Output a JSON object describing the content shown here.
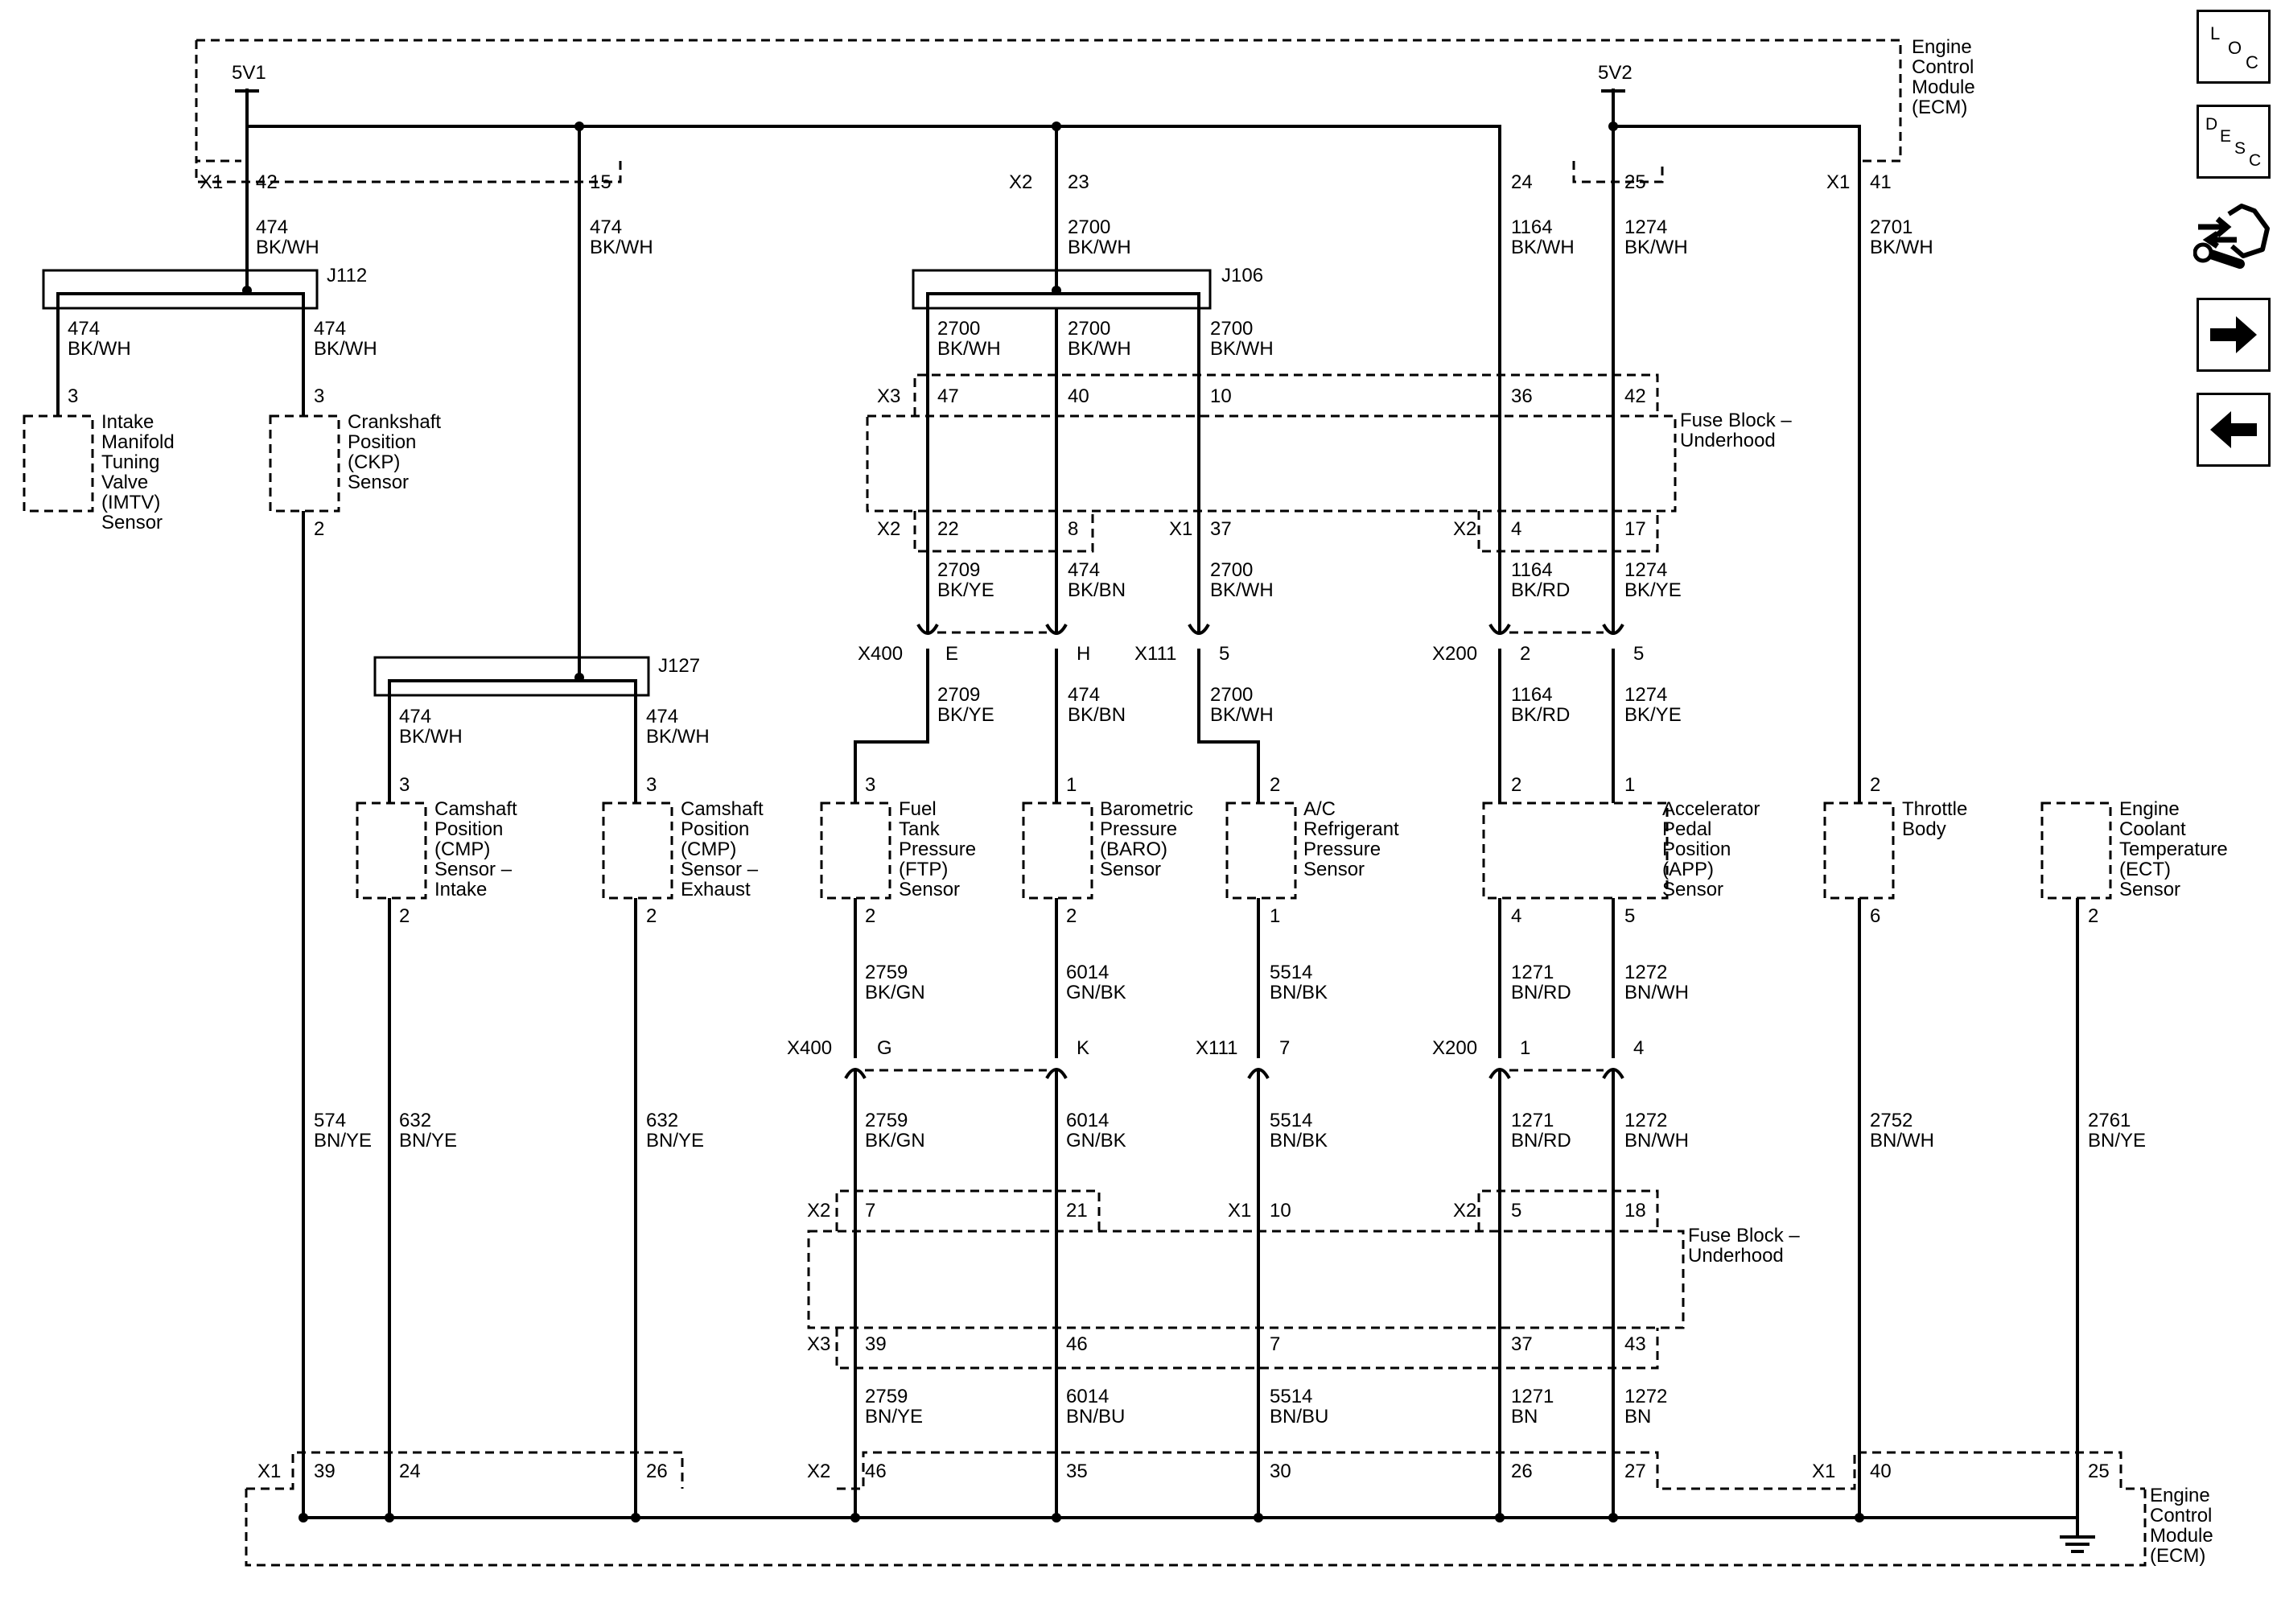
{
  "ecm_top": {
    "title": [
      "Engine",
      "Control",
      "Module",
      "(ECM)"
    ],
    "supply_5v1": "5V1",
    "supply_5v2": "5V2"
  },
  "ecm_bottom": {
    "title": [
      "Engine",
      "Control",
      "Module",
      "(ECM)"
    ]
  },
  "fuse_block_top": {
    "title": [
      "Fuse Block –",
      "Underhood"
    ]
  },
  "fuse_block_bottom": {
    "title": [
      "Fuse Block –",
      "Underhood"
    ]
  },
  "splices": {
    "j112": "J112",
    "j106": "J106",
    "j127": "J127"
  },
  "connector_ids": {
    "x1": "X1",
    "x2": "X2",
    "x3": "X3",
    "x111": "X111",
    "x200": "X200",
    "x400": "X400"
  },
  "sensors": {
    "imtv": [
      "Intake",
      "Manifold",
      "Tuning",
      "Valve",
      "(IMTV)",
      "Sensor"
    ],
    "ckp": [
      "Crankshaft",
      "Position",
      "(CKP)",
      "Sensor"
    ],
    "cmp_intake": [
      "Camshaft",
      "Position",
      "(CMP)",
      "Sensor –",
      "Intake"
    ],
    "cmp_exhaust": [
      "Camshaft",
      "Position",
      "(CMP)",
      "Sensor –",
      "Exhaust"
    ],
    "ftp": [
      "Fuel",
      "Tank",
      "Pressure",
      "(FTP)",
      "Sensor"
    ],
    "baro": [
      "Barometric",
      "Pressure",
      "(BARO)",
      "Sensor"
    ],
    "ac": [
      "A/C",
      "Refrigerant",
      "Pressure",
      "Sensor"
    ],
    "app": [
      "Accelerator",
      "Pedal",
      "Position",
      "(APP)",
      "Sensor"
    ],
    "throttle": [
      "Throttle",
      "Body"
    ],
    "ect": [
      "Engine",
      "Coolant",
      "Temperature",
      "(ECT)",
      "Sensor"
    ]
  },
  "pins": {
    "ecm_top": {
      "p42": "42",
      "p15": "15",
      "p23": "23",
      "p24": "24",
      "p25": "25",
      "p41": "41"
    },
    "fb_top_upper": {
      "p47": "47",
      "p40": "40",
      "p10": "10",
      "p36": "36",
      "p42": "42"
    },
    "fb_top_lower": {
      "p22": "22",
      "p8": "8",
      "p37": "37",
      "p4": "4",
      "p17": "17"
    },
    "inline_upper": {
      "pE": "E",
      "pH": "H",
      "p5a": "5",
      "p2": "2",
      "p5b": "5"
    },
    "sensor_top": {
      "imtv": "3",
      "ckp": "3",
      "cmp_i": "3",
      "cmp_e": "3",
      "ftp": "3",
      "baro": "1",
      "ac": "2",
      "app2": "2",
      "app1": "1",
      "tb": "2"
    },
    "sensor_bottom": {
      "ckp": "2",
      "cmp_i": "2",
      "cmp_e": "2",
      "ftp": "2",
      "baro": "2",
      "ac": "1",
      "app4": "4",
      "app5": "5",
      "tb": "6",
      "ect": "2"
    },
    "inline_lower": {
      "pG": "G",
      "pK": "K",
      "p7": "7",
      "p1": "1",
      "p4": "4"
    },
    "fb_bot_upper": {
      "p7": "7",
      "p21": "21",
      "p10": "10",
      "p5": "5",
      "p18": "18"
    },
    "fb_bot_lower": {
      "p39": "39",
      "p46": "46",
      "p7": "7",
      "p37": "37",
      "p43": "43"
    },
    "ecm_bottom": {
      "p39": "39",
      "p24": "24",
      "p26": "26",
      "p46": "46",
      "p35": "35",
      "p30": "30",
      "p26b": "26",
      "p27": "27",
      "p40": "40",
      "p25": "25"
    }
  },
  "wires": {
    "w474_ckt": "474",
    "bkwh": "BK/WH",
    "w2700": "2700",
    "w1164": "1164",
    "w1274": "1274",
    "w2701": "2701",
    "w2709": "2709",
    "bkye": "BK/YE",
    "bkbn": "BK/BN",
    "bkrd": "BK/RD",
    "w2759": "2759",
    "bkgn": "BK/GN",
    "w6014": "6014",
    "gnbk": "GN/BK",
    "w5514": "5514",
    "bnbk": "BN/BK",
    "w1271": "1271",
    "bnrd": "BN/RD",
    "w1272": "1272",
    "bnwh": "BN/WH",
    "w574": "574",
    "bnye": "BN/YE",
    "w632": "632",
    "w2752": "2752",
    "w2761": "2761",
    "bnbu": "BN/BU",
    "bn": "BN"
  },
  "navigation": {
    "loc": {
      "l": "L",
      "o": "O",
      "c": "C"
    },
    "desc": {
      "d": "D",
      "e": "E",
      "s": "S",
      "c": "C"
    },
    "icons": [
      "loc-icon",
      "desc-icon",
      "connector-wrench-icon",
      "arrow-right-icon",
      "arrow-left-icon"
    ]
  }
}
